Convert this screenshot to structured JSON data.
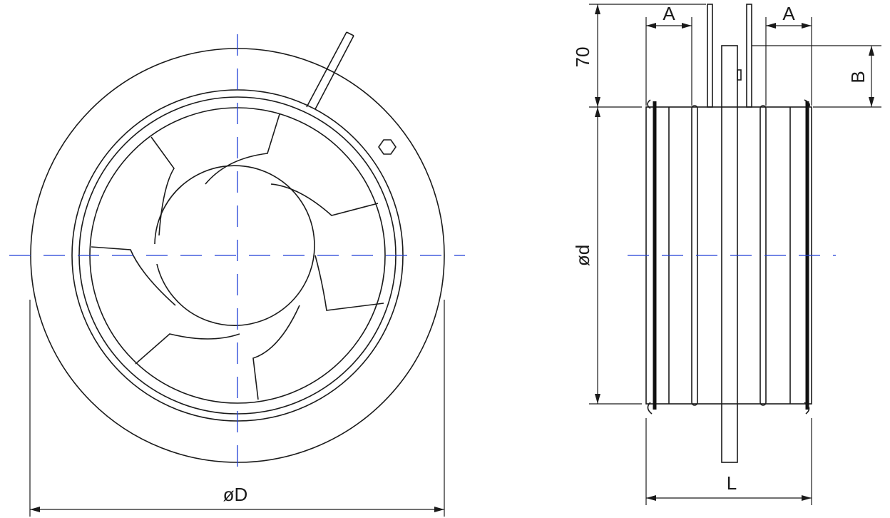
{
  "labels": {
    "outer_diameter": "øD",
    "inner_diameter": "ød",
    "length": "L",
    "offset_a_left": "A",
    "offset_a_right": "A",
    "height_70": "70",
    "offset_b": "B"
  },
  "colors": {
    "line": "#1a1a1a",
    "centerline": "#1f3fd6",
    "background": "#ffffff"
  }
}
